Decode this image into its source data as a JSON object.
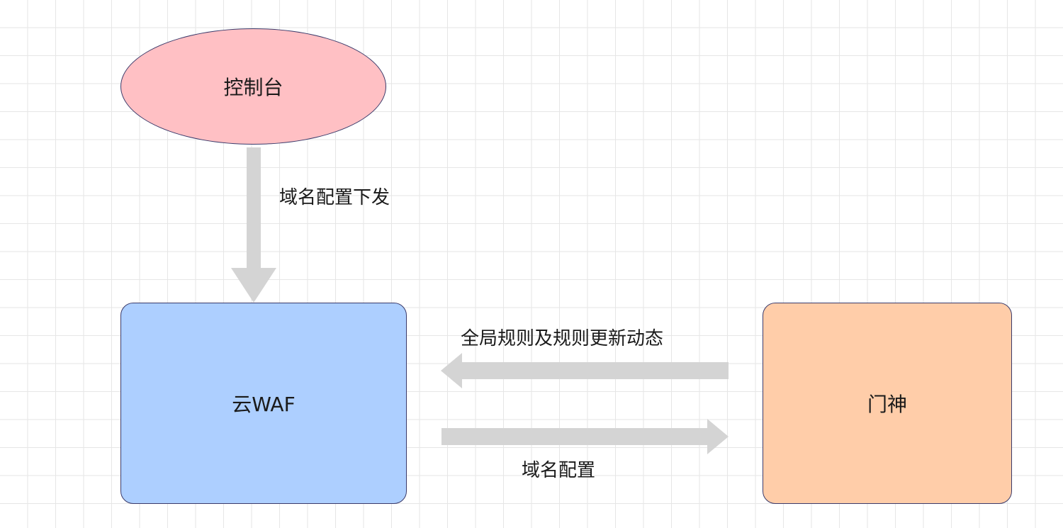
{
  "nodes": {
    "console": "控制台",
    "cloud_waf": "云WAF",
    "mensheng": "门神"
  },
  "edges": {
    "console_to_waf": "域名配置下发",
    "mensheng_to_waf": "全局规则及规则更新动态",
    "waf_to_mensheng": "域名配置"
  },
  "colors": {
    "console_fill": "#ffc0c4",
    "waf_fill": "#adcfff",
    "mensheng_fill": "#ffcda9",
    "arrow_fill": "#d4d4d4",
    "grid_line": "#e6e6e6"
  }
}
